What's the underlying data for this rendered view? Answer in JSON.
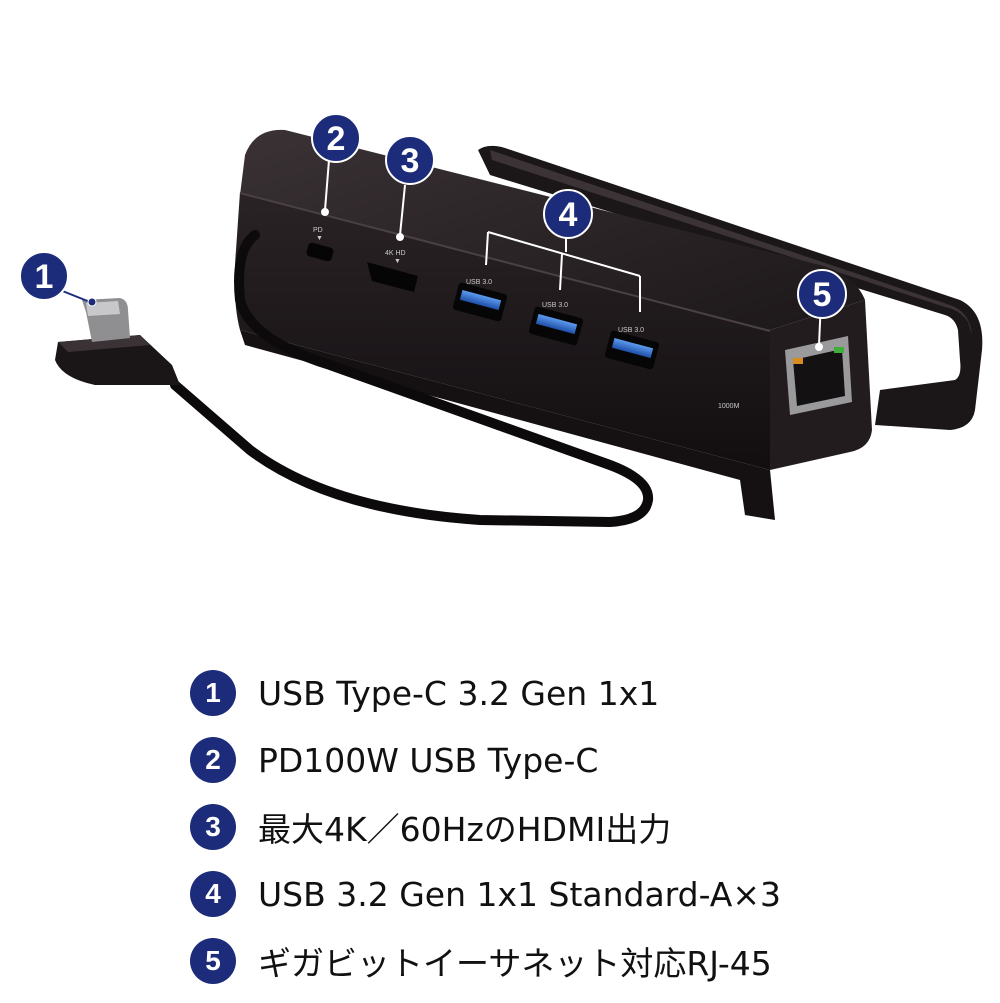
{
  "callouts": [
    {
      "number": "1",
      "label": "USB Type-C 3.2 Gen 1x1"
    },
    {
      "number": "2",
      "label": "PD100W USB Type-C"
    },
    {
      "number": "3",
      "label": "最大4K／60HzのHDMI出力"
    },
    {
      "number": "4",
      "label": "USB 3.2 Gen 1x1 Standard-A×3"
    },
    {
      "number": "5",
      "label": "ギガビットイーサネット対応RJ-45"
    }
  ],
  "port_labels": {
    "pd": "PD",
    "hdmi": "4K HD",
    "usb": "USB 3.0",
    "lan": "1000M"
  },
  "colors": {
    "badge": "#1c2c7a",
    "device_body": "#1a1517",
    "usb_blue": "#2f6fd0"
  }
}
